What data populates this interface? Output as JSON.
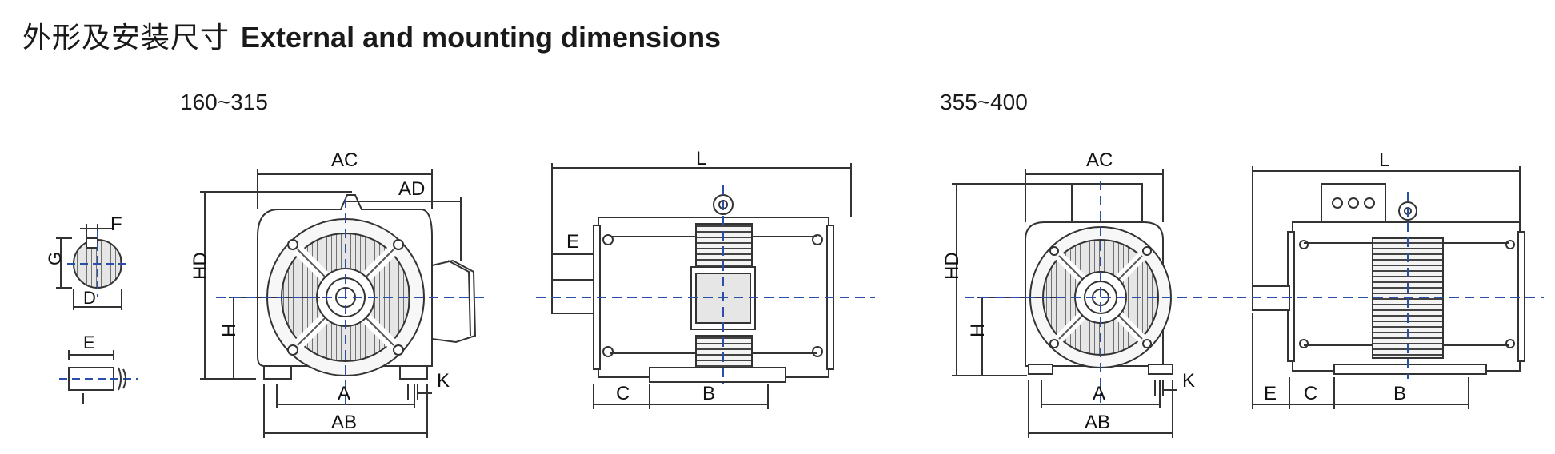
{
  "header": {
    "title_cn": "外形及安装尺寸",
    "title_en": "External and mounting dimensions"
  },
  "ranges": {
    "left": "160~315",
    "right": "355~400"
  },
  "labels": {
    "ac": "AC",
    "ad": "AD",
    "hd": "HD",
    "h": "H",
    "a": "A",
    "ab": "AB",
    "k": "K",
    "l": "L",
    "e": "E",
    "c": "C",
    "b": "B",
    "f": "F",
    "g": "G",
    "d": "D"
  },
  "colors": {
    "line": "#333333",
    "centerline": "#2a4fa8",
    "fill": "#cfcfcf"
  }
}
